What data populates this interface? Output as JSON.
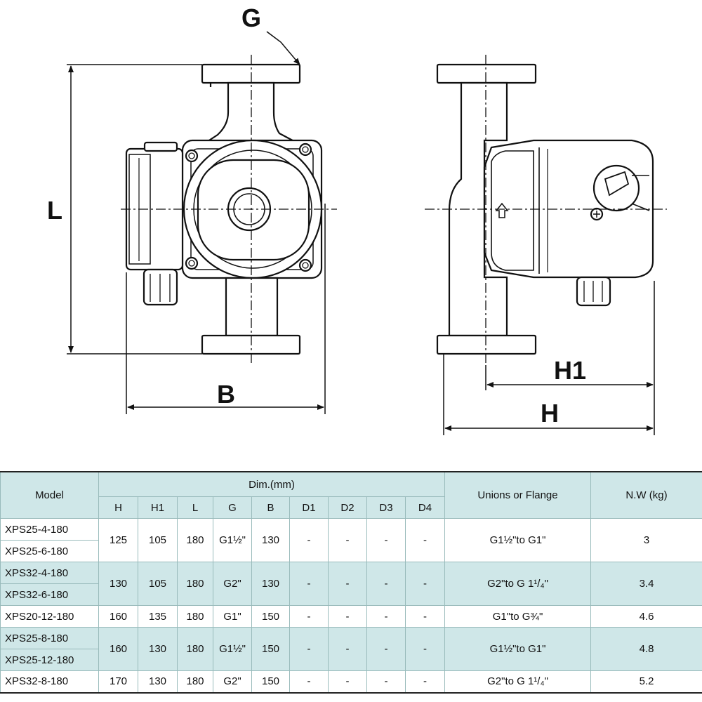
{
  "drawing": {
    "labels": {
      "g": "G",
      "l": "L",
      "b": "B",
      "h1": "H1",
      "h": "H"
    }
  },
  "table": {
    "header": {
      "model": "Model",
      "dim": "Dim.(mm)",
      "unions": "Unions or Flange",
      "nw": "N.W (kg)",
      "dim_cols": [
        "H",
        "H1",
        "L",
        "G",
        "B",
        "D1",
        "D2",
        "D3",
        "D4"
      ]
    },
    "groups": [
      {
        "models": [
          "XPS25-4-180",
          "XPS25-6-180"
        ],
        "H": "125",
        "H1": "105",
        "L": "180",
        "G": "G1½\"",
        "B": "130",
        "D1": "-",
        "D2": "-",
        "D3": "-",
        "D4": "-",
        "unions": "G1½\"to G1\"",
        "nw": "3"
      },
      {
        "models": [
          "XPS32-4-180",
          "XPS32-6-180"
        ],
        "H": "130",
        "H1": "105",
        "L": "180",
        "G": "G2\"",
        "B": "130",
        "D1": "-",
        "D2": "-",
        "D3": "-",
        "D4": "-",
        "unions": "G2\"to G 1¹/₄\"",
        "nw": "3.4"
      },
      {
        "models": [
          "XPS20-12-180"
        ],
        "H": "160",
        "H1": "135",
        "L": "180",
        "G": "G1\"",
        "B": "150",
        "D1": "-",
        "D2": "-",
        "D3": "-",
        "D4": "-",
        "unions": "G1\"to G¾\"",
        "nw": "4.6"
      },
      {
        "models": [
          "XPS25-8-180",
          "XPS25-12-180"
        ],
        "H": "160",
        "H1": "130",
        "L": "180",
        "G": "G1½\"",
        "B": "150",
        "D1": "-",
        "D2": "-",
        "D3": "-",
        "D4": "-",
        "unions": "G1½\"to G1\"",
        "nw": "4.8"
      },
      {
        "models": [
          "XPS32-8-180"
        ],
        "H": "170",
        "H1": "130",
        "L": "180",
        "G": "G2\"",
        "B": "150",
        "D1": "-",
        "D2": "-",
        "D3": "-",
        "D4": "-",
        "unions": "G2\"to G 1¹/₄\"",
        "nw": "5.2"
      }
    ]
  }
}
